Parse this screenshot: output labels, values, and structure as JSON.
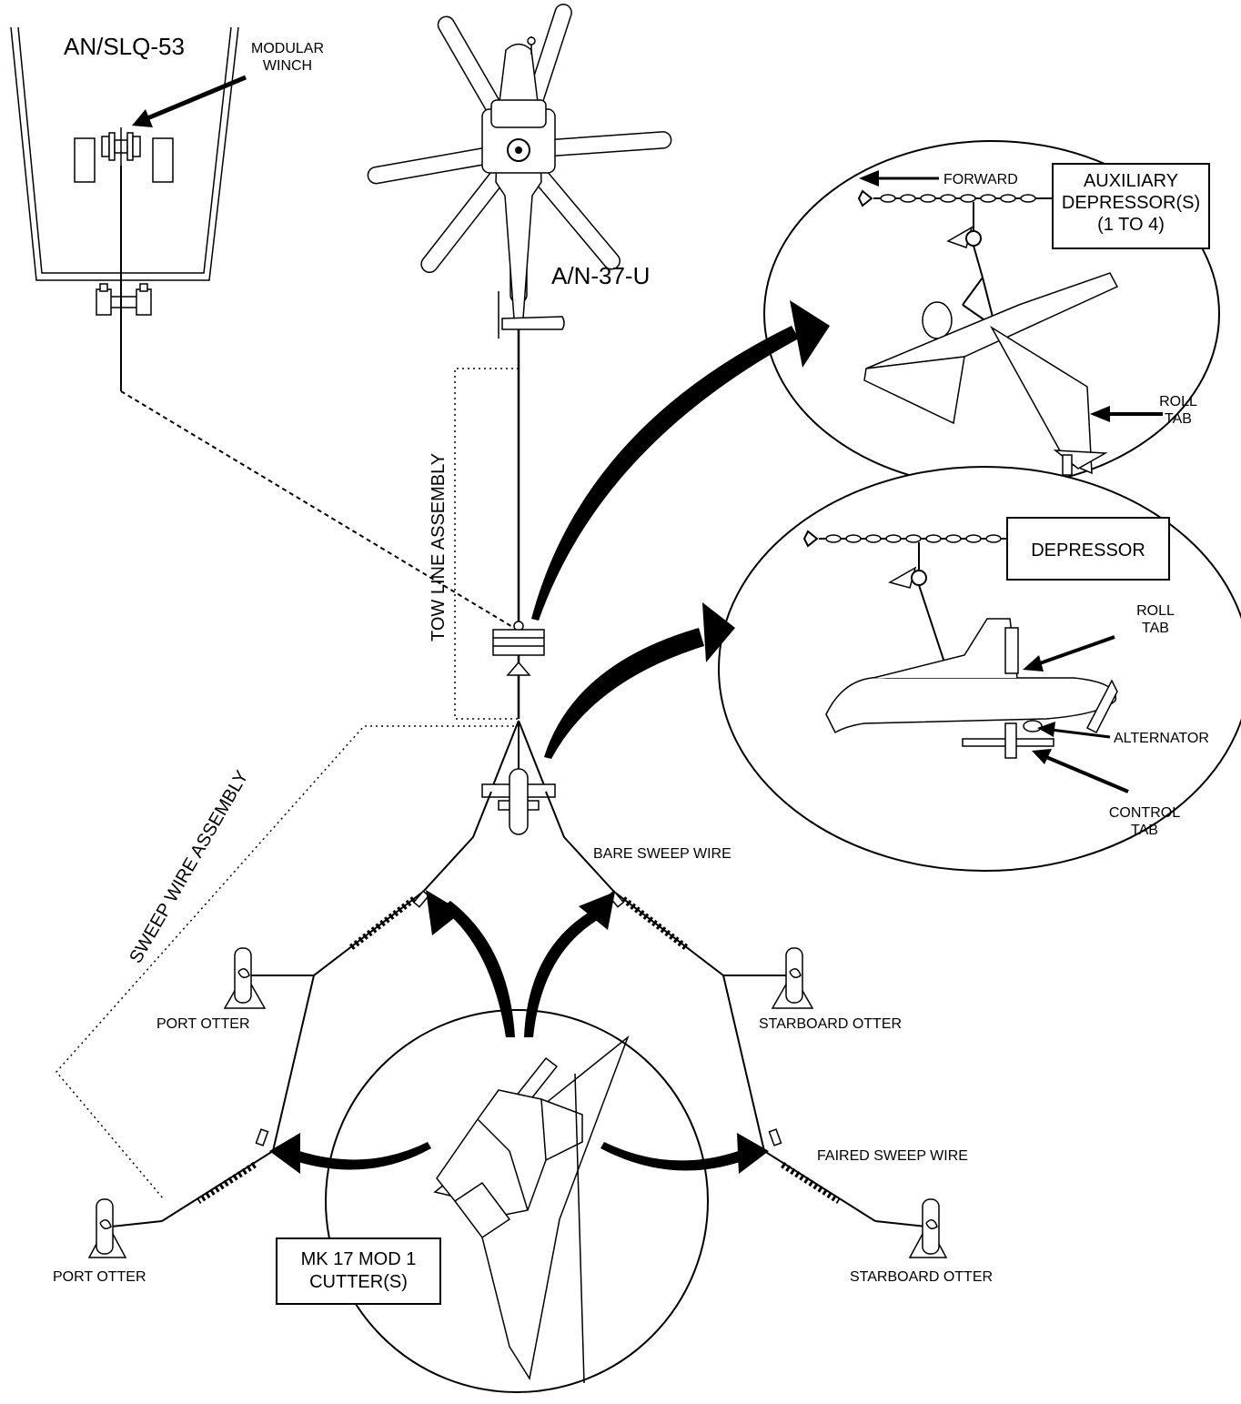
{
  "labels": {
    "ship": "AN/SLQ-53",
    "modular_winch": [
      "MODULAR",
      "WINCH"
    ],
    "helicopter": "A/N-37-U",
    "tow_line": "TOW LINE ASSEMBLY",
    "sweep_wire_assembly": "SWEEP WIRE ASSEMBLY",
    "forward": "FORWARD",
    "aux_depressor": [
      "AUXILIARY",
      "DEPRESSOR(S)",
      "(1 TO 4)"
    ],
    "roll_tab_1": [
      "ROLL",
      "TAB"
    ],
    "depressor": "DEPRESSOR",
    "roll_tab_2": [
      "ROLL",
      "TAB"
    ],
    "alternator": "ALTERNATOR",
    "control_tab": [
      "CONTROL",
      "TAB"
    ],
    "bare_sweep_wire": "BARE  SWEEP WIRE",
    "port_otter_1": "PORT OTTER",
    "starboard_otter_1": "STARBOARD OTTER",
    "faired_sweep_wire": "FAIRED SWEEP WIRE",
    "port_otter_2": "PORT OTTER",
    "starboard_otter_2": "STARBOARD OTTER",
    "cutter": [
      "MK 17 MOD 1",
      "CUTTER(S)"
    ]
  }
}
